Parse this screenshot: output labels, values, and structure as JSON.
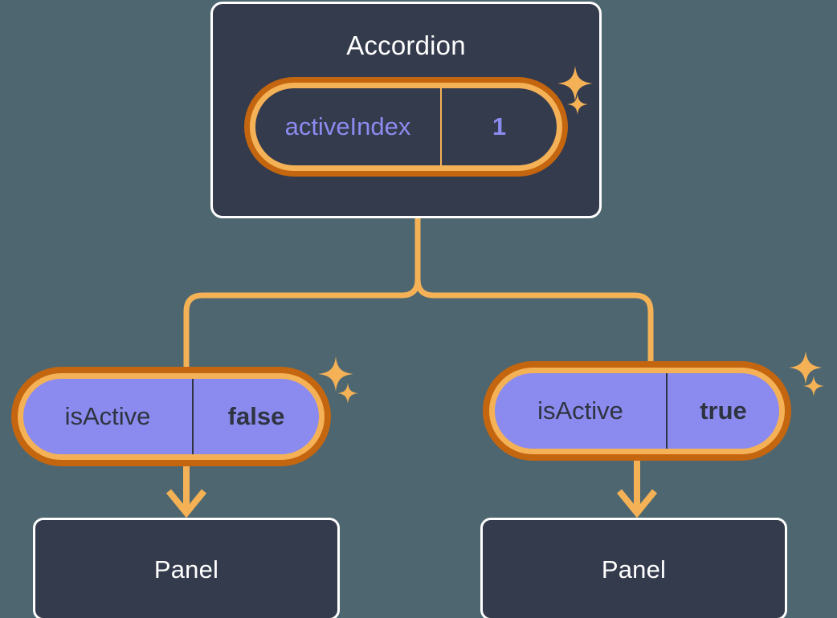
{
  "diagram": {
    "type": "component-state-tree",
    "background_color": "#4d6670",
    "accent_color": "#f4b156",
    "accent_dark_color": "#c4650f",
    "card_color": "#343b4c",
    "state_color": "#8b8bef",
    "root": {
      "name": "accordion-component",
      "title": "Accordion",
      "state": {
        "key": "activeIndex",
        "value": "1"
      }
    },
    "branches": [
      {
        "name": "left-branch",
        "state": {
          "key": "isActive",
          "value": "false"
        },
        "child": {
          "title": "Panel"
        }
      },
      {
        "name": "right-branch",
        "state": {
          "key": "isActive",
          "value": "true"
        },
        "child": {
          "title": "Panel"
        }
      }
    ],
    "sparkles": [
      {
        "name": "sparkle-card-big",
        "size": "large"
      },
      {
        "name": "sparkle-card-small",
        "size": "small"
      },
      {
        "name": "sparkle-left-big",
        "size": "large"
      },
      {
        "name": "sparkle-left-small",
        "size": "small"
      },
      {
        "name": "sparkle-right-big",
        "size": "large"
      },
      {
        "name": "sparkle-right-small",
        "size": "small"
      }
    ]
  }
}
